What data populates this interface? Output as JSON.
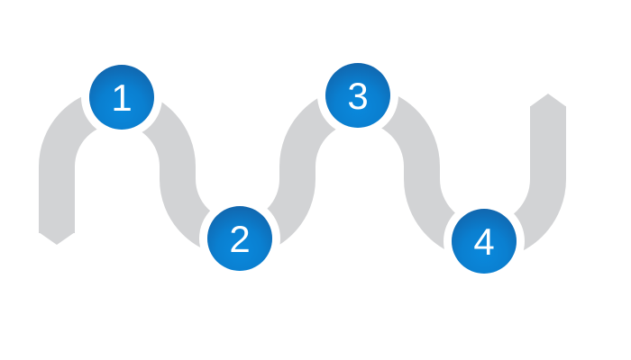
{
  "diagram": {
    "type": "serpentine-process-path",
    "steps": [
      {
        "label": "1"
      },
      {
        "label": "2"
      },
      {
        "label": "3"
      },
      {
        "label": "4"
      }
    ],
    "colors": {
      "background": "#ffffff",
      "path": "#d2d3d5",
      "halo": "#ffffff",
      "number": "#ffffff",
      "circle_top": "#155a9d",
      "circle_mid": "#0a7fd0",
      "circle_bright": "#0989dd"
    }
  }
}
